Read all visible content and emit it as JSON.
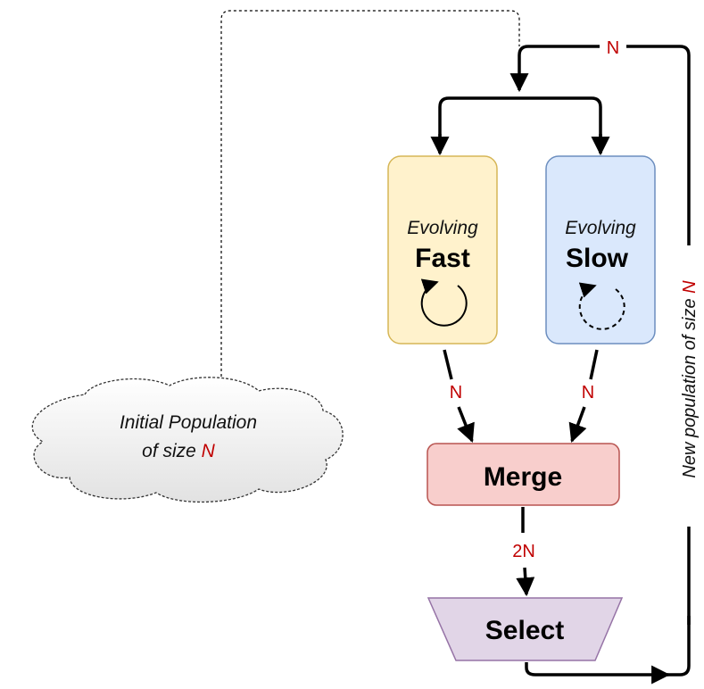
{
  "cloud": {
    "line1": "Initial Population",
    "line2_prefix": "of size ",
    "line2_var": "N"
  },
  "fast_box": {
    "subtitle": "Evolving",
    "title": "Fast",
    "icon": "solid-cycle-icon"
  },
  "slow_box": {
    "subtitle": "Evolving",
    "title": "Slow",
    "icon": "dashed-cycle-icon"
  },
  "merge_box": {
    "label": "Merge"
  },
  "select_box": {
    "label": "Select"
  },
  "edge_labels": {
    "top_loop": "N",
    "fast_to_merge": "N",
    "slow_to_merge": "N",
    "merge_to_select": "2N"
  },
  "feedback_label": {
    "prefix": "New population of size ",
    "var": "N"
  },
  "colors": {
    "fast_fill": "#fff2cc",
    "fast_stroke": "#d6b656",
    "slow_fill": "#dae8fc",
    "slow_stroke": "#6c8ebf",
    "merge_fill": "#f8cecc",
    "merge_stroke": "#b85450",
    "select_fill": "#e1d5e7",
    "select_stroke": "#9673a6",
    "accent_red": "#c00000"
  }
}
